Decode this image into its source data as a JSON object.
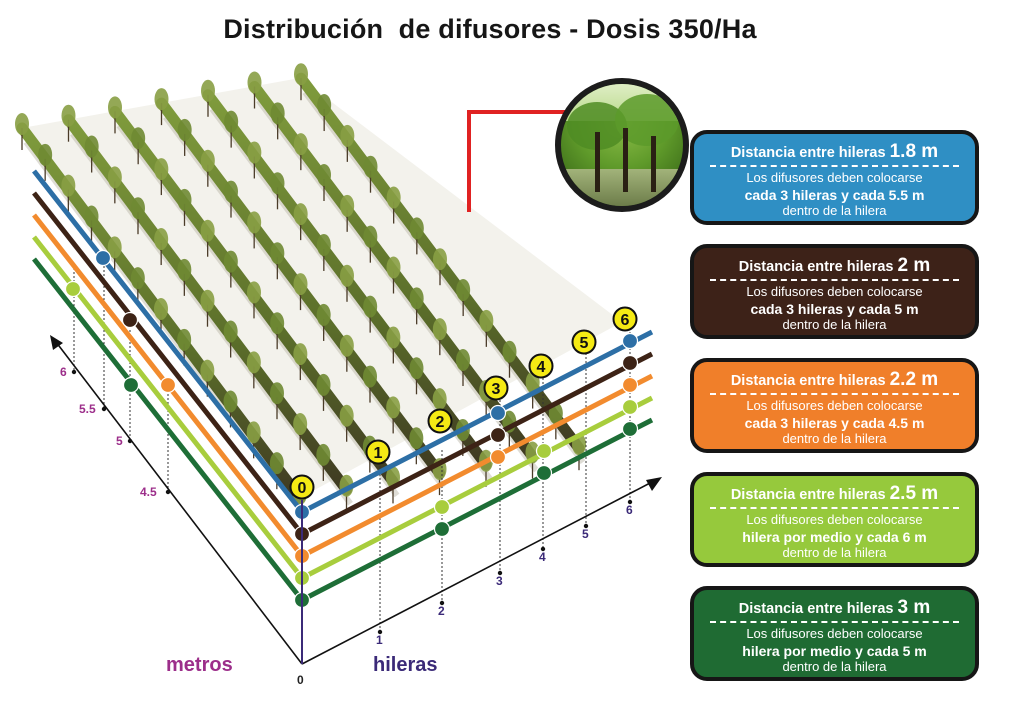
{
  "title": "Distribución  de difusores - Dosis 350/Ha",
  "axis_labels": {
    "y_name": "metros",
    "x_name": "hileras"
  },
  "row_badges": [
    "0",
    "1",
    "2",
    "3",
    "4",
    "5",
    "6"
  ],
  "x_ticks": [
    "0",
    "1",
    "2",
    "3",
    "4",
    "5",
    "6"
  ],
  "y_ticks": [
    "4.5",
    "5",
    "5.5",
    "6"
  ],
  "origin_label": "0",
  "lines": [
    {
      "color": "#2d6fa6"
    },
    {
      "color": "#3d2316"
    },
    {
      "color": "#f28b2e"
    },
    {
      "color": "#a8cd3d"
    },
    {
      "color": "#1e6e37"
    }
  ],
  "leader_color": "#e02222",
  "cards": [
    {
      "head": "Distancia entre hileras",
      "big": "1.8 m",
      "line1": "Los difusores deben colocarse",
      "line2": "cada 3 hileras y cada 5.5 m",
      "line3": "dentro de la hilera",
      "color": "#2f8fc4"
    },
    {
      "head": "Distancia entre hileras",
      "big": "2 m",
      "line1": "Los difusores deben colocarse",
      "line2": "cada 3 hileras y cada 5 m",
      "line3": "dentro de la hilera",
      "color": "#3d2218"
    },
    {
      "head": "Distancia entre hileras",
      "big": "2.2 m",
      "line1": "Los difusores deben colocarse",
      "line2": "cada 3 hileras y cada 4.5 m",
      "line3": "dentro de la hilera",
      "color": "#f07f2a"
    },
    {
      "head": "Distancia entre hileras",
      "big": "2.5 m",
      "line1": "Los difusores deben colocarse",
      "line2": "hilera por medio y cada 6 m",
      "line3": "dentro de la hilera",
      "color": "#96c93c"
    },
    {
      "head": "Distancia entre hileras",
      "big": "3 m",
      "line1": "Los difusores deben colocarse",
      "line2": "hilera por medio y cada 5 m",
      "line3": "dentro de la hilera",
      "color": "#1f6b33"
    }
  ]
}
